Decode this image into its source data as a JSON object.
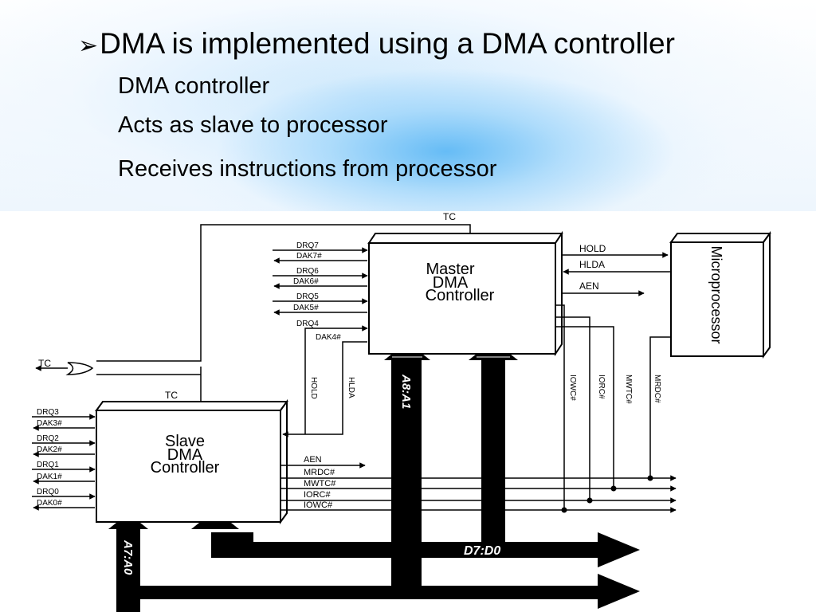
{
  "slide": {
    "bullet_marker": "➢",
    "main_bullet": "DMA is implemented using a DMA controller",
    "sub_items": [
      "DMA controller",
      "Acts as slave to processor",
      "Receives instructions from processor"
    ]
  },
  "diagram": {
    "master_label": [
      "Master",
      "DMA",
      "Controller"
    ],
    "slave_label": [
      "Slave",
      "DMA",
      "Controller"
    ],
    "processor_label": "Microprocessor",
    "tc_top": "TC",
    "tc_slave": "TC",
    "tc_out": "TC",
    "master_channels": [
      "DRQ7",
      "DAK7#",
      "DRQ6",
      "DAK6#",
      "DRQ5",
      "DAK5#",
      "DRQ4",
      "DAK4#"
    ],
    "slave_channels": [
      "DRQ3",
      "DAK3#",
      "DRQ2",
      "DAK2#",
      "DRQ1",
      "DAK1#",
      "DRQ0",
      "DAK0#"
    ],
    "hold": "HOLD",
    "hlda": "HLDA",
    "aen_master": "AEN",
    "hold_vertical": "HOLD",
    "hlda_vertical": "HLDA",
    "slave_bus_signals": [
      "AEN",
      "MRDC#",
      "MWTC#",
      "IORC#",
      "IOWC#"
    ],
    "vertical_signals": [
      "IOWC#",
      "IORC#",
      "MWTC#",
      "MRDC#"
    ],
    "addr_high": "A8:A1",
    "addr_low": "A7:A0",
    "data_bus": "D7:D0"
  }
}
